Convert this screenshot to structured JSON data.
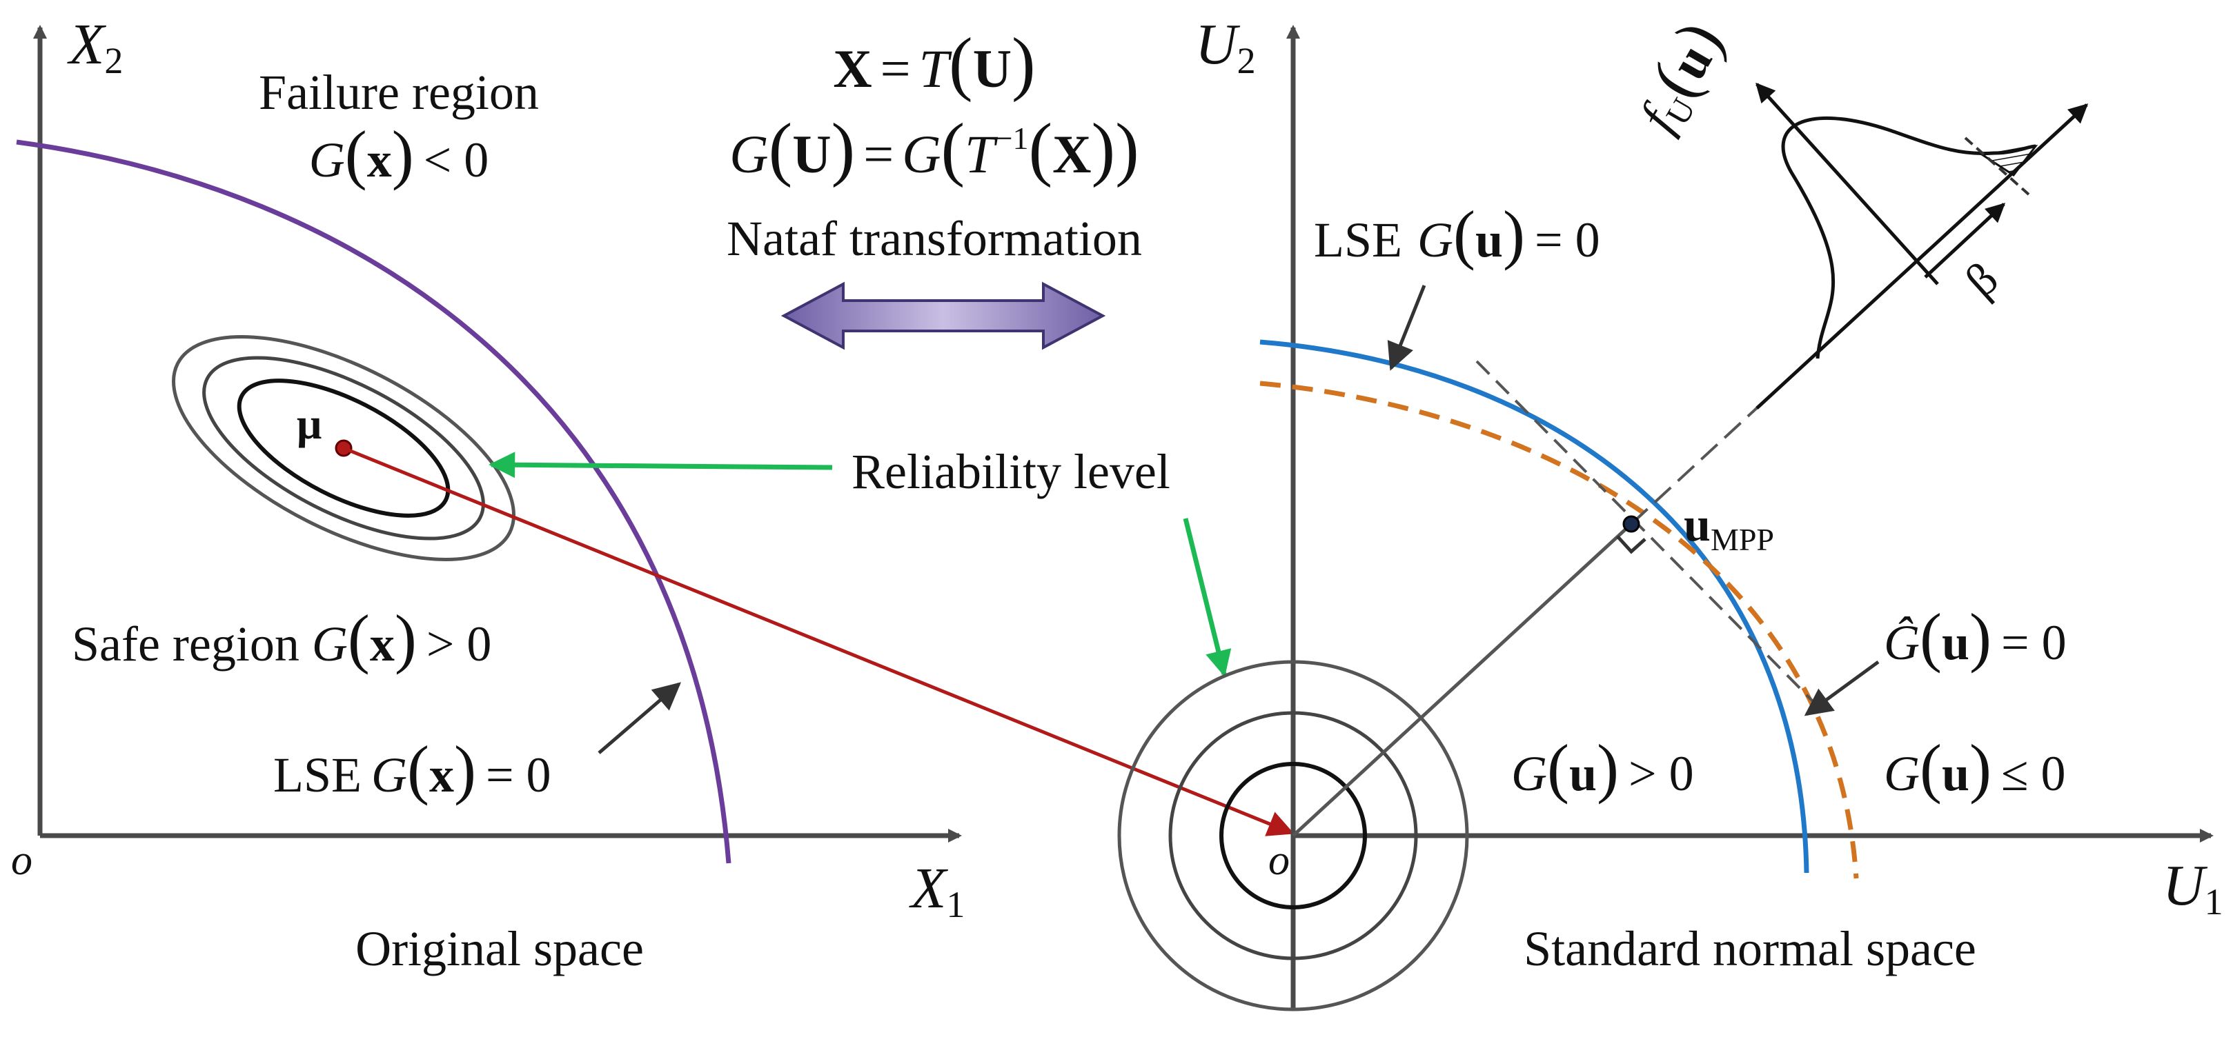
{
  "colors": {
    "axis": "#4a4a4a",
    "lse_original": "#6a3d9a",
    "lse_standard": "#1f78c8",
    "approx_lse": "#d2731f",
    "mapping_arrow": "#b21a1a",
    "pointer_green": "#1db954",
    "double_arrow": "#9c8cc4"
  },
  "left_panel": {
    "axis_y_var": "X",
    "axis_y_sub": "2",
    "axis_x_var": "X",
    "axis_x_sub": "1",
    "origin": "o",
    "failure_title": "Failure region",
    "failure_G": "G",
    "failure_x": "x",
    "failure_rel": "< 0",
    "mean_label": "μ",
    "safe_text": "Safe region",
    "safe_G": "G",
    "safe_x": "x",
    "safe_rel": "> 0",
    "lse_text": "LSE",
    "lse_G": "G",
    "lse_x": "x",
    "lse_rel": "= 0",
    "caption": "Original space"
  },
  "middle": {
    "eq1_X": "X",
    "eq1_eq": "=",
    "eq1_T": "T",
    "eq1_U": "U",
    "eq2_G": "G",
    "eq2_U": "U",
    "eq2_eq": "=",
    "eq2_G2": "G",
    "eq2_T": "T",
    "eq2_inv": "−1",
    "eq2_X": "X",
    "transform_label": "Nataf transformation",
    "reliability_label": "Reliability level"
  },
  "right_panel": {
    "axis_y_var": "U",
    "axis_y_sub": "2",
    "axis_x_var": "U",
    "axis_x_sub": "1",
    "origin": "o",
    "lse_text": "LSE",
    "lse_G": "G",
    "lse_u": "u",
    "lse_rel": "= 0",
    "pdf_f": "f",
    "pdf_sub": "U",
    "pdf_u": "u",
    "beta": "β",
    "mpp_u": "u",
    "mpp_sub": "MPP",
    "ghat_G": "Ĝ",
    "ghat_u": "u",
    "ghat_rel": "= 0",
    "safe_G": "G",
    "safe_u": "u",
    "safe_rel": "> 0",
    "fail_G": "G",
    "fail_u": "u",
    "fail_rel": "≤ 0",
    "caption": "Standard normal space"
  }
}
